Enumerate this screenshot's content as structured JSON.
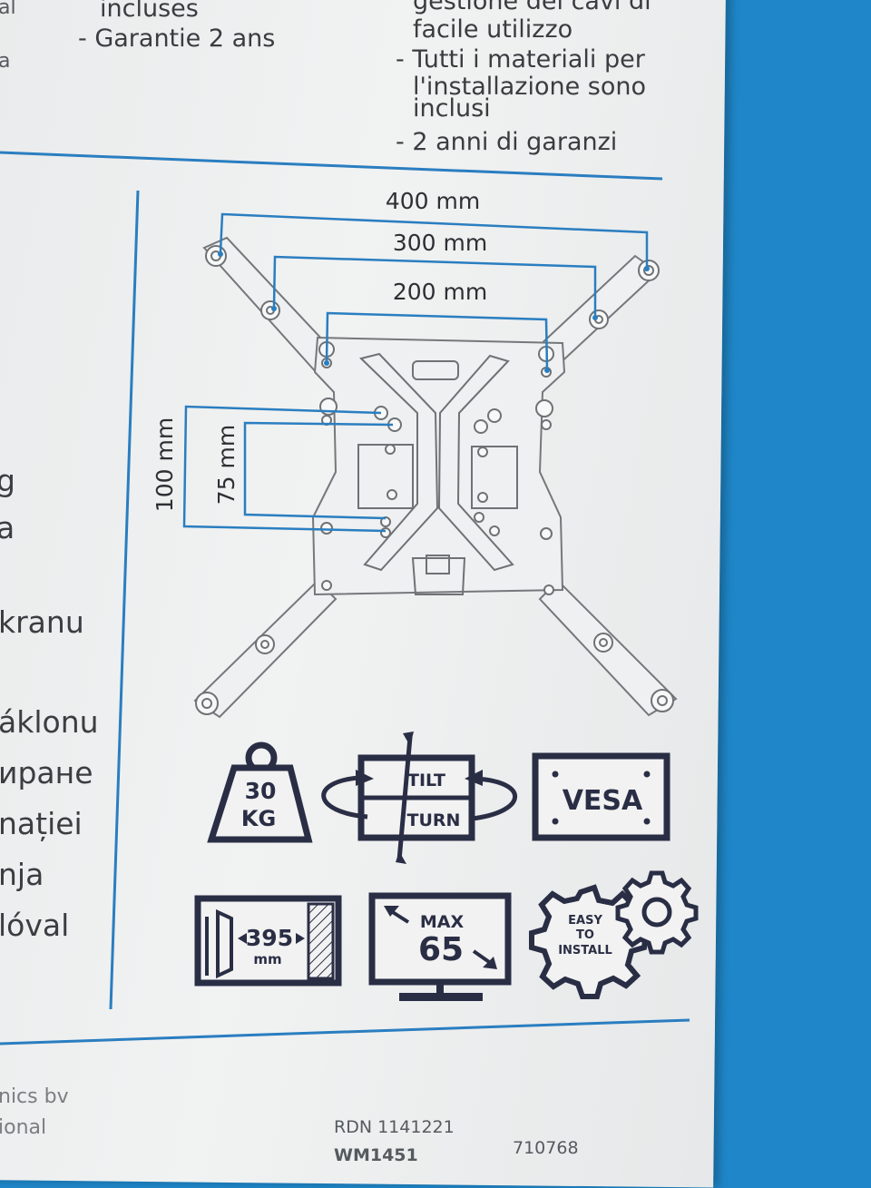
{
  "french_list": [
    "incluses",
    "- Garantie 2 ans"
  ],
  "italian_list": [
    "gestione dei cavi di",
    "facile utilizzo",
    "- Tutti i materiali per",
    "l'installazione sono",
    "inclusi",
    "- 2 anni di garanzi"
  ],
  "left_cut_top": [
    "al",
    "a"
  ],
  "left_cut_words": [
    "g",
    "a",
    "kranu",
    "áklonu",
    "иране",
    "nației",
    "nja",
    "lóval"
  ],
  "dimensions": {
    "horizontal": [
      "400 mm",
      "300 mm",
      "200 mm"
    ],
    "vertical": [
      "100 mm",
      "75 mm"
    ]
  },
  "icons": {
    "weight_value": "30",
    "weight_unit": "KG",
    "tilt": "TILT",
    "turn": "TURN",
    "vesa": "VESA",
    "distance_value": "395",
    "distance_unit": "mm",
    "max_label": "MAX",
    "max_value": "65",
    "easy_line1": "EASY",
    "easy_line2": "TO",
    "easy_line3": "INSTALL"
  },
  "footer": {
    "company_cut": "nics bv",
    "company_cut2": "ional",
    "rdn": "RDN 1141221",
    "model": "WM1451",
    "code": "710768"
  },
  "colors": {
    "accent_blue": "#2a7ec0",
    "icon_navy": "#2a2e45",
    "box_background": "#1f87c9"
  }
}
